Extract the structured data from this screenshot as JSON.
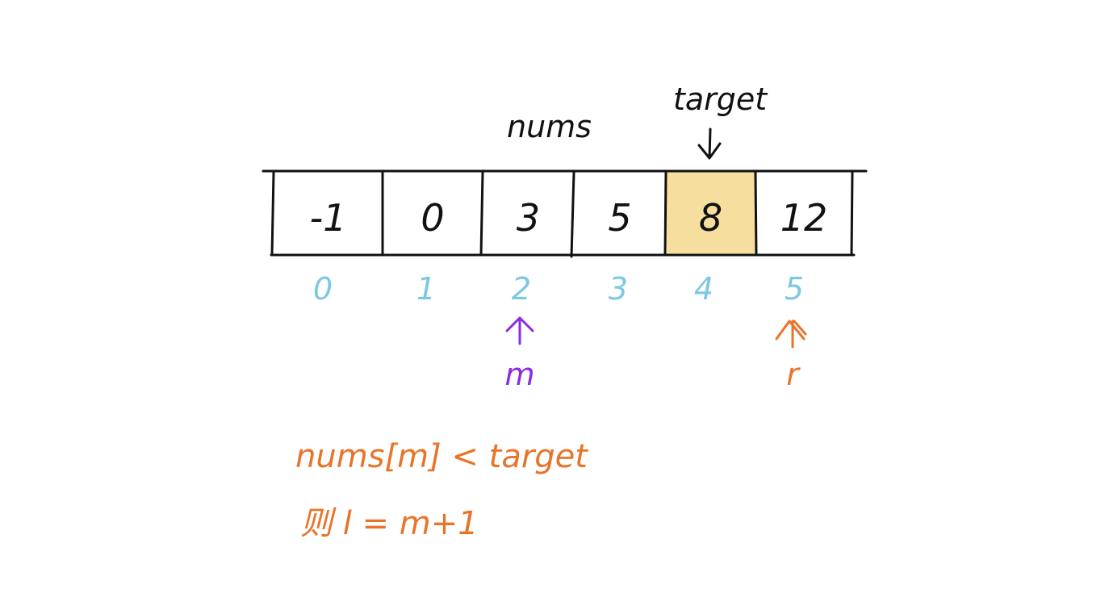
{
  "title": "nums",
  "target_label": "target",
  "cells": [
    {
      "value": "-1",
      "highlight": false
    },
    {
      "value": "0",
      "highlight": false
    },
    {
      "value": "3",
      "highlight": false
    },
    {
      "value": "5",
      "highlight": false
    },
    {
      "value": "8",
      "highlight": true
    },
    {
      "value": "12",
      "highlight": false
    }
  ],
  "indices": [
    "0",
    "1",
    "2",
    "3",
    "4",
    "5"
  ],
  "pointers": {
    "m": {
      "label": "m",
      "index": 2,
      "color": "#8a2be2"
    },
    "r": {
      "label": "r",
      "index": 5,
      "color": "#e8742a"
    }
  },
  "notes": {
    "line1": "nums[m] < target",
    "line2": "则 l = m+1"
  },
  "colors": {
    "highlight_fill": "#f5de9e",
    "index_color": "#7cc8e2",
    "note_color": "#e8742a",
    "ink": "#111111"
  }
}
